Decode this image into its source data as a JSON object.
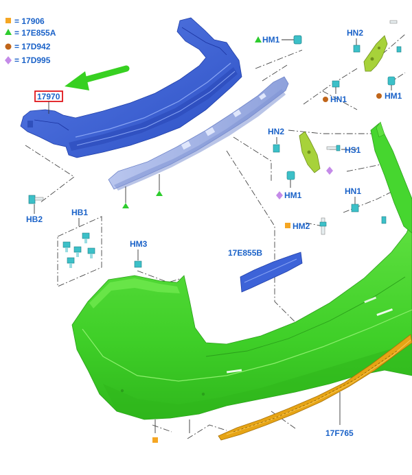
{
  "legend": [
    {
      "code": "17906",
      "symbol": "square",
      "color": "#f5a623"
    },
    {
      "code": "17E855A",
      "symbol": "triangle",
      "color": "#2ecc2e"
    },
    {
      "code": "17D942",
      "symbol": "circle",
      "color": "#c0651a"
    },
    {
      "code": "17D995",
      "symbol": "diamond",
      "color": "#c48be8"
    }
  ],
  "callouts": {
    "beam": "17970",
    "hb2": "HB2",
    "hb1": "HB1",
    "hm3": "HM3",
    "hm1_top": "HM1",
    "hn2_top": "HN2",
    "hn1_a": "HN1",
    "hm1_right": "HM1",
    "hn2_mid": "HN2",
    "hs1": "HS1",
    "hm1_mid": "HM1",
    "hn1_right": "HN1",
    "hm2": "HM2",
    "absorber": "17E855B",
    "trim": "17F765"
  },
  "colors": {
    "beam": "#3d63d8",
    "reinforcement": "#a6b6e6",
    "bumper": "#46d62f",
    "trim": "#e6a415",
    "bracket": "#a7d23a",
    "clip": "#3cc0c8",
    "arrow": "#37d021",
    "highlight": "#e0141a"
  },
  "icons": {
    "arrow": "green-pointer-arrow",
    "clip": "push-pin-clip-icon",
    "bolt": "bolt-icon"
  }
}
